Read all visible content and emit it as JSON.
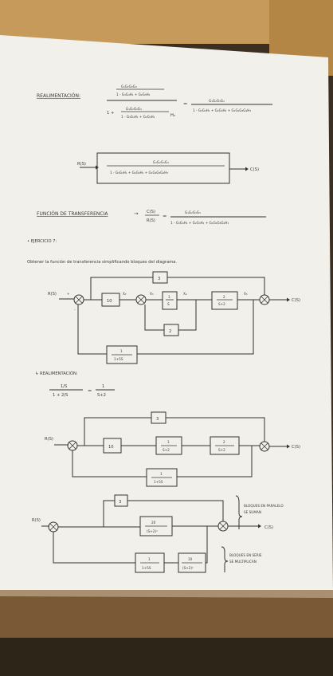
{
  "section1": {
    "heading": "REALIMENTACIÓN:",
    "num_inner": "G₁G₂G₃G₄",
    "den_inner": "1 - G₃G₄H₁ + G₂G₃H₂",
    "den_lead": "1 +",
    "den_frac_num": "G₁G₂G₃G₄",
    "den_frac_den": "1 - G₃G₄H₁ + G₂G₃H₂",
    "h3": "H₃",
    "eq": "=",
    "rhs_num": "G₁G₂G₃G₄",
    "rhs_den": "1 - G₃G₄H₁ + G₂G₃H₂ + G₁G₂G₃G₄H₃"
  },
  "block1": {
    "input": "R(S)",
    "output": "C(S)",
    "num": "G₁G₂G₃G₄",
    "den": "1 - G₃G₄H₁ + G₂G₃H₂ + G₁G₂G₃G₄H₃"
  },
  "transfer": {
    "heading": "FUNCIÓN DE TRANSFERENCIA",
    "arrow": "→",
    "c": "C(S)",
    "r": "R(S)",
    "eq": "=",
    "num": "G₁G₂G₃G₄",
    "den": "1 - G₃G₄H₁ + G₂G₃H₂ + G₁G₂G₃G₄H₃"
  },
  "exercise": {
    "title": "• EJERCICIO 7:",
    "statement": "Obtener la función de transferencia simplificando bloques del diagrama."
  },
  "diagram1": {
    "input": "R(S)",
    "output": "C(S)",
    "top": "3",
    "g1": "10",
    "g2_num": "1",
    "g2_den": "S",
    "g3_num": "2",
    "g3_den": "S+2",
    "inner_fb": "2",
    "outer_fb_num": "1",
    "outer_fb_den": "1+5S",
    "x2": "X₂",
    "x3": "X₃",
    "x4": "X₄",
    "x5": "X₅",
    "plus": "+",
    "minus": "-"
  },
  "section2": {
    "heading": "↳ REALIMENTACIÓN:",
    "num": "1/S",
    "den": "1 + 2/S",
    "eq": "=",
    "rhs_num": "1",
    "rhs_den": "S+2"
  },
  "diagram2": {
    "input": "R(S)",
    "output": "C(S)",
    "top": "3",
    "g1": "10",
    "g2_num": "1",
    "g2_den": "S+2",
    "g3_num": "2",
    "g3_den": "S+2",
    "fb_num": "1",
    "fb_den": "1+5S"
  },
  "diagram3": {
    "input": "R(S)",
    "output": "C(S)",
    "top": "3",
    "g_num": "20",
    "g_den": "(S+2)²",
    "fb1_num": "1",
    "fb1_den": "1+5S",
    "fb2_num": "10",
    "fb2_den": "(S+2)²",
    "note1a": "BLOQUES EN PARALELO",
    "note1b": "SE SUMAN",
    "note2a": "BLOQUES EN SERIE",
    "note2b": "SE MULTIPLICAN"
  }
}
